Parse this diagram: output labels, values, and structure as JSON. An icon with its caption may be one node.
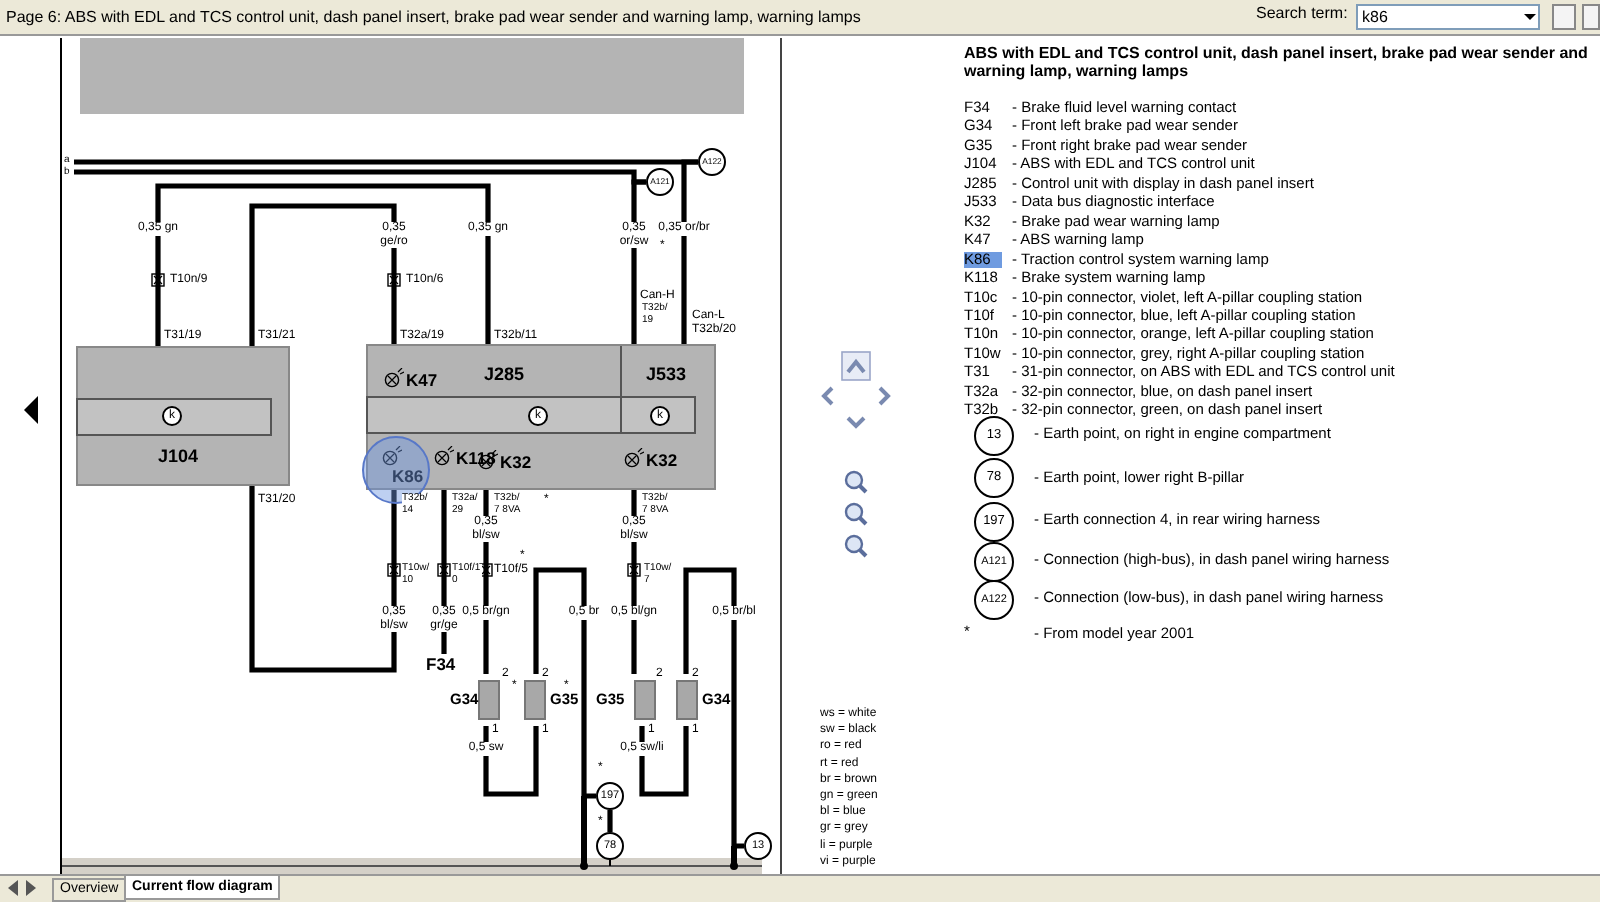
{
  "diagram": {
    "title": "Page 6: ABS with EDL and TCS control unit, dash panel insert, brake pad wear sender and warning lamp, warning lamps",
    "nodes": [
      {
        "text": [
          "J104"
        ]
      },
      {
        "text": [
          "J285"
        ]
      },
      {
        "text": [
          "J533"
        ],
        "in": 1
      },
      {
        "text": [
          "K47"
        ],
        "in": 1
      },
      {
        "text": [
          "K86"
        ],
        "in": 1
      },
      {
        "text": [
          "K118"
        ],
        "in": 1
      },
      {
        "text": [
          "K32"
        ],
        "in": 1
      },
      {
        "text": [
          "K32"
        ],
        "in": 1
      },
      {
        "text": [
          "F34"
        ]
      },
      {
        "text": [
          "G34"
        ]
      },
      {
        "text": [
          "G35"
        ]
      },
      {
        "text": [
          "G35"
        ]
      },
      {
        "text": [
          "G34"
        ]
      },
      {
        "text": [
          "A121"
        ]
      },
      {
        "text": [
          "A122"
        ]
      },
      {
        "text": [
          "197"
        ]
      },
      {
        "text": [
          "78"
        ]
      },
      {
        "text": [
          "13"
        ]
      },
      {
        "text": [
          "13"
        ]
      },
      {
        "text": [
          "78"
        ]
      },
      {
        "text": [
          "197"
        ]
      },
      {
        "text": [
          "A121"
        ]
      },
      {
        "text": [
          "A122"
        ]
      },
      {
        "text": [
          "k"
        ],
        "in": 0
      },
      {
        "text": [
          "k"
        ],
        "in": 1
      },
      {
        "text": [
          "k"
        ],
        "in": 2
      },
      {
        "text": [],
        "shape": "box"
      },
      {
        "text": [
          "a"
        ]
      },
      {
        "text": [
          "b"
        ]
      }
    ],
    "edges": [
      {
        "from": 0,
        "to": 1,
        "arrow": "none"
      },
      {
        "from": 0,
        "to": 1,
        "arrow": "none"
      },
      {
        "from": 2,
        "to": 13,
        "arrow": "none"
      },
      {
        "from": 2,
        "to": 14,
        "arrow": "none"
      },
      {
        "from": 4,
        "to": 0,
        "arrow": "none"
      },
      {
        "from": 5,
        "to": 8,
        "arrow": "none"
      },
      {
        "from": 6,
        "to": 9,
        "arrow": "none"
      },
      {
        "from": 9,
        "to": 10,
        "arrow": "none"
      },
      {
        "from": 10,
        "to": 15,
        "arrow": "none"
      },
      {
        "from": 15,
        "to": 16,
        "arrow": "none"
      },
      {
        "from": 7,
        "to": 11,
        "arrow": "none"
      },
      {
        "from": 11,
        "to": 12,
        "arrow": "none"
      },
      {
        "from": 12,
        "to": 17,
        "arrow": "none"
      },
      {
        "from": 27,
        "to": 14,
        "arrow": "none"
      },
      {
        "from": 28,
        "to": 13,
        "arrow": "none"
      }
    ],
    "labels": [
      "0,35 gn",
      "0,35 ge/ro",
      "0,35 gn",
      "0,35 or/sw",
      "0,35 or/br",
      "T10n/9",
      "T10n/6",
      "*",
      "T31/19",
      "T31/21",
      "T32a/19",
      "T32b/11",
      "Can-H",
      "T32b/19",
      "Can-L",
      "T32b/20",
      "T31/20",
      "T32b/14",
      "T32a/29",
      "T32b/7 8VA",
      "*",
      "T32b/7 8VA",
      "0,35 bl/sw",
      "0,35 bl/sw",
      "T10w/10",
      "T10f/10",
      "T10f/5",
      "*",
      "T10w/7",
      "0,35 bl/sw",
      "0,35 gr/ge",
      "0,5 br/gn",
      "0,5 br",
      "0,5 bl/gn",
      "0,5 br/bl",
      "2",
      "*",
      "2",
      "*",
      "2",
      "2",
      "1",
      "1",
      "1",
      "1",
      "0,5 sw",
      "*",
      "0,5 sw/li",
      "*",
      "ABS with EDL and TCS control unit, dash panel insert, brake pad wear sender and warning lamp, warning lamps",
      "F34",
      "- Brake fluid level warning contact",
      "G34",
      "- Front left brake pad wear sender",
      "G35",
      "- Front right brake pad wear sender",
      "J104",
      "- ABS with EDL and TCS control unit",
      "J285",
      "- Control unit with display in dash panel insert",
      "J533",
      "- Data bus diagnostic interface",
      "K32",
      "- Brake pad wear warning lamp",
      "K47",
      "- ABS warning lamp",
      "K86",
      "- Traction control system warning lamp",
      "K118",
      "- Brake system warning lamp",
      "T10c",
      "- 10-pin connector, violet, left A-pillar coupling station",
      "T10f",
      "- 10-pin connector, blue, left A-pillar coupling station",
      "T10n",
      "- 10-pin connector, orange, left A-pillar coupling station",
      "T10w",
      "- 10-pin connector, grey, right A-pillar coupling station",
      "T31",
      "- 31-pin connector, on ABS with EDL and TCS control unit",
      "T32a",
      "- 32-pin connector, blue, on dash panel insert",
      "T32b",
      "- 32-pin connector, green, on dash panel insert",
      "- Earth point, on right in engine compartment",
      "- Earth point, lower right B-pillar",
      "- Earth connection 4, in rear wiring harness",
      "- Connection (high-bus), in dash panel wiring harness",
      "- Connection (low-bus), in dash panel wiring harness",
      "*",
      "- From model year 2001",
      "ws = white",
      "sw = black",
      "ro = red",
      "rt = red",
      "br = brown",
      "gn = green",
      "bl = blue",
      "gr = grey",
      "li = purple",
      "vi = purple",
      "Search term:",
      "k86",
      "Overview",
      "Current flow diagram"
    ]
  }
}
